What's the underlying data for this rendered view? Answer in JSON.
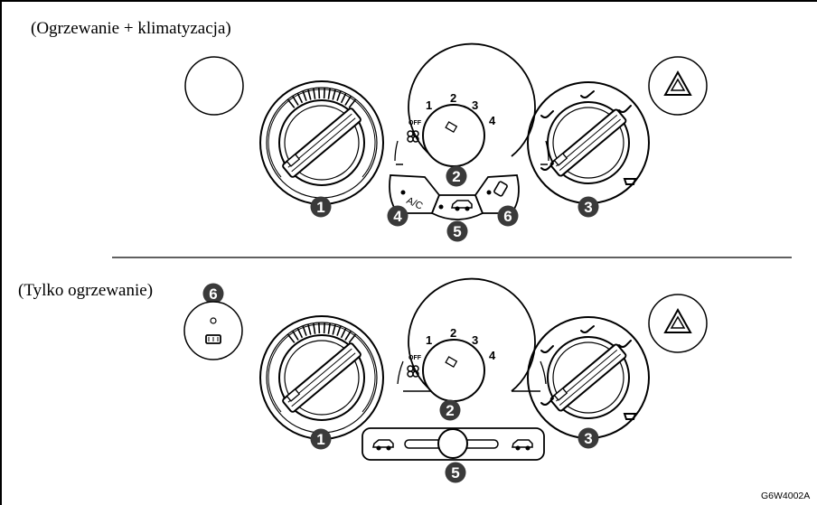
{
  "sections": {
    "top_title": "(Ogrzewanie + klimatyzacja)",
    "bottom_title": "(Tylko ogrzewanie)"
  },
  "fan_speed_labels": [
    "1",
    "2",
    "3",
    "4"
  ],
  "fan_off_label": "OFF",
  "ac_label": "A/C",
  "callouts": {
    "temp_knob": "1",
    "fan_knob": "2",
    "mode_knob": "3",
    "ac_button": "4",
    "recirc_control": "5",
    "rear_defrost": "6"
  },
  "figure_code": "G6W4002A",
  "colors": {
    "line": "#000000",
    "badge": "#3a3a3a",
    "background": "#ffffff"
  }
}
